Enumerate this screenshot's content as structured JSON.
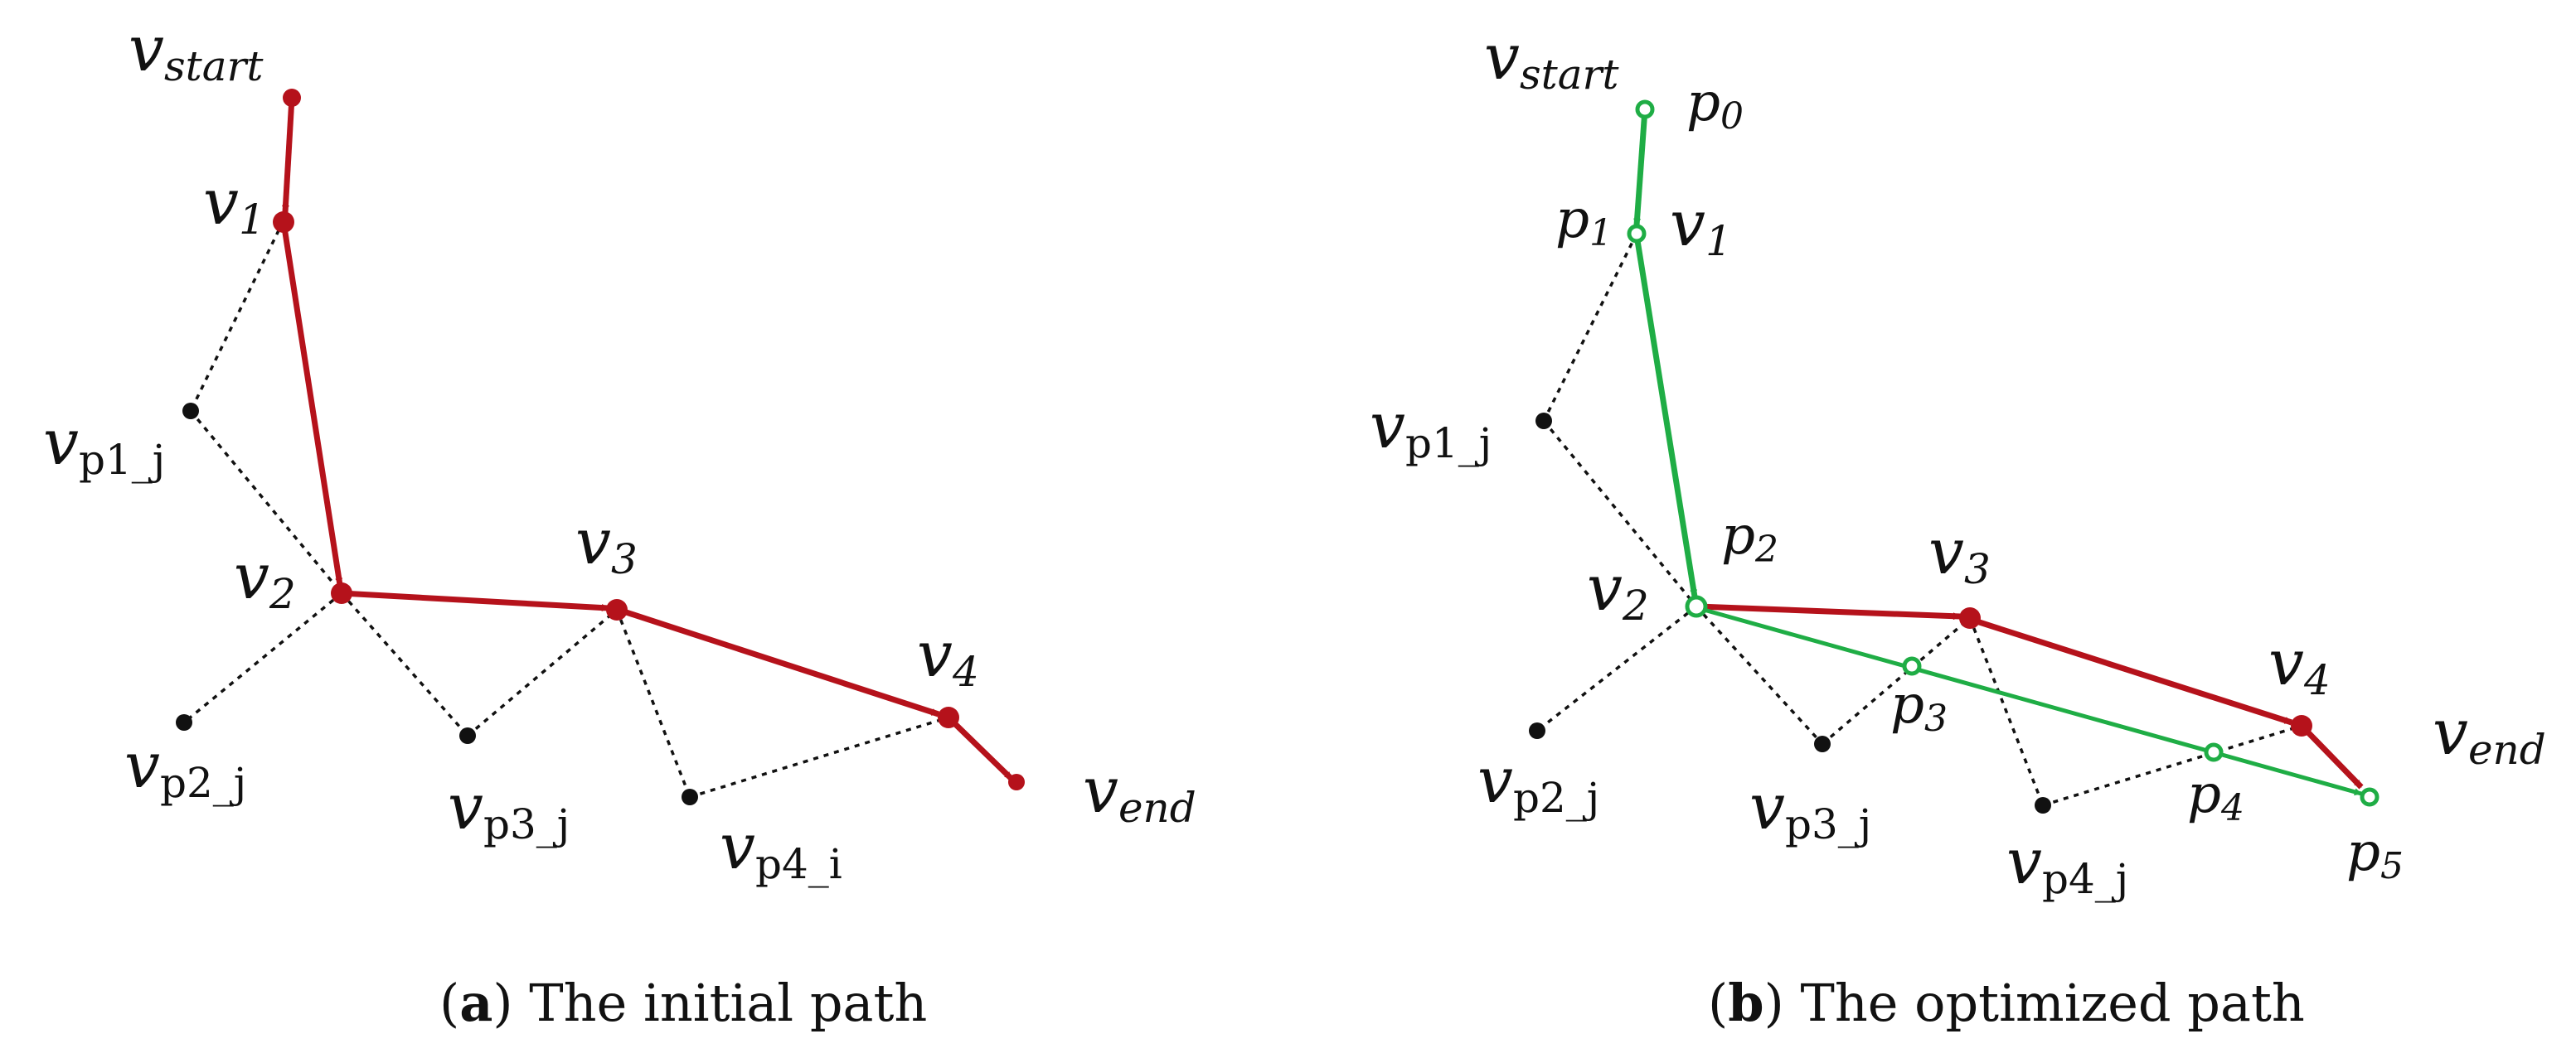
{
  "colors": {
    "initial_path": "#b5121b",
    "optimized_path": "#1fad45",
    "auxiliary_node": "#111111",
    "dotted_link": "#111111"
  },
  "panel_a": {
    "caption": {
      "paren_open": "(",
      "letter": "a",
      "paren_close": ")",
      "text": " The initial path"
    },
    "labels": {
      "v_start": {
        "base": "v",
        "sub": "start"
      },
      "v_1": {
        "base": "v",
        "sub": "1"
      },
      "v_2": {
        "base": "v",
        "sub": "2"
      },
      "v_3": {
        "base": "v",
        "sub": "3"
      },
      "v_4": {
        "base": "v",
        "sub": "4"
      },
      "v_end": {
        "base": "v",
        "sub": "end"
      },
      "v_p1_j": {
        "base": "v",
        "sub": "p1_j"
      },
      "v_p2_j": {
        "base": "v",
        "sub": "p2_j"
      },
      "v_p3_j": {
        "base": "v",
        "sub": "p3_j"
      },
      "v_p4_i": {
        "base": "v",
        "sub": "p4_i"
      }
    }
  },
  "panel_b": {
    "caption": {
      "paren_open": "(",
      "letter": "b",
      "paren_close": ")",
      "text": " The optimized path"
    },
    "labels": {
      "v_start": {
        "base": "v",
        "sub": "start"
      },
      "v_1": {
        "base": "v",
        "sub": "1"
      },
      "v_2": {
        "base": "v",
        "sub": "2"
      },
      "v_3": {
        "base": "v",
        "sub": "3"
      },
      "v_4": {
        "base": "v",
        "sub": "4"
      },
      "v_end": {
        "base": "v",
        "sub": "end"
      },
      "v_p1_j": {
        "base": "v",
        "sub": "p1_j"
      },
      "v_p2_j": {
        "base": "v",
        "sub": "p2_j"
      },
      "v_p3_j": {
        "base": "v",
        "sub": "p3_j"
      },
      "v_p4_j": {
        "base": "v",
        "sub": "p4_j"
      },
      "p_0": {
        "base": "p",
        "sub": "0"
      },
      "p_1": {
        "base": "p",
        "sub": "1"
      },
      "p_2": {
        "base": "p",
        "sub": "2"
      },
      "p_3": {
        "base": "p",
        "sub": "3"
      },
      "p_4": {
        "base": "p",
        "sub": "4"
      },
      "p_5": {
        "base": "p",
        "sub": "5"
      }
    }
  }
}
